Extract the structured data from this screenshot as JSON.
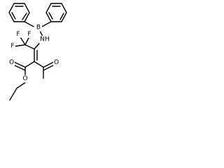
{
  "molecule": {
    "atoms": {
      "boron": "B",
      "amine": "NH",
      "fluorine_1": "F",
      "fluorine_2": "F",
      "fluorine_3": "F",
      "ester_oxygen_carbonyl": "O",
      "ester_oxygen_ether": "O",
      "ketone_oxygen": "O"
    }
  }
}
